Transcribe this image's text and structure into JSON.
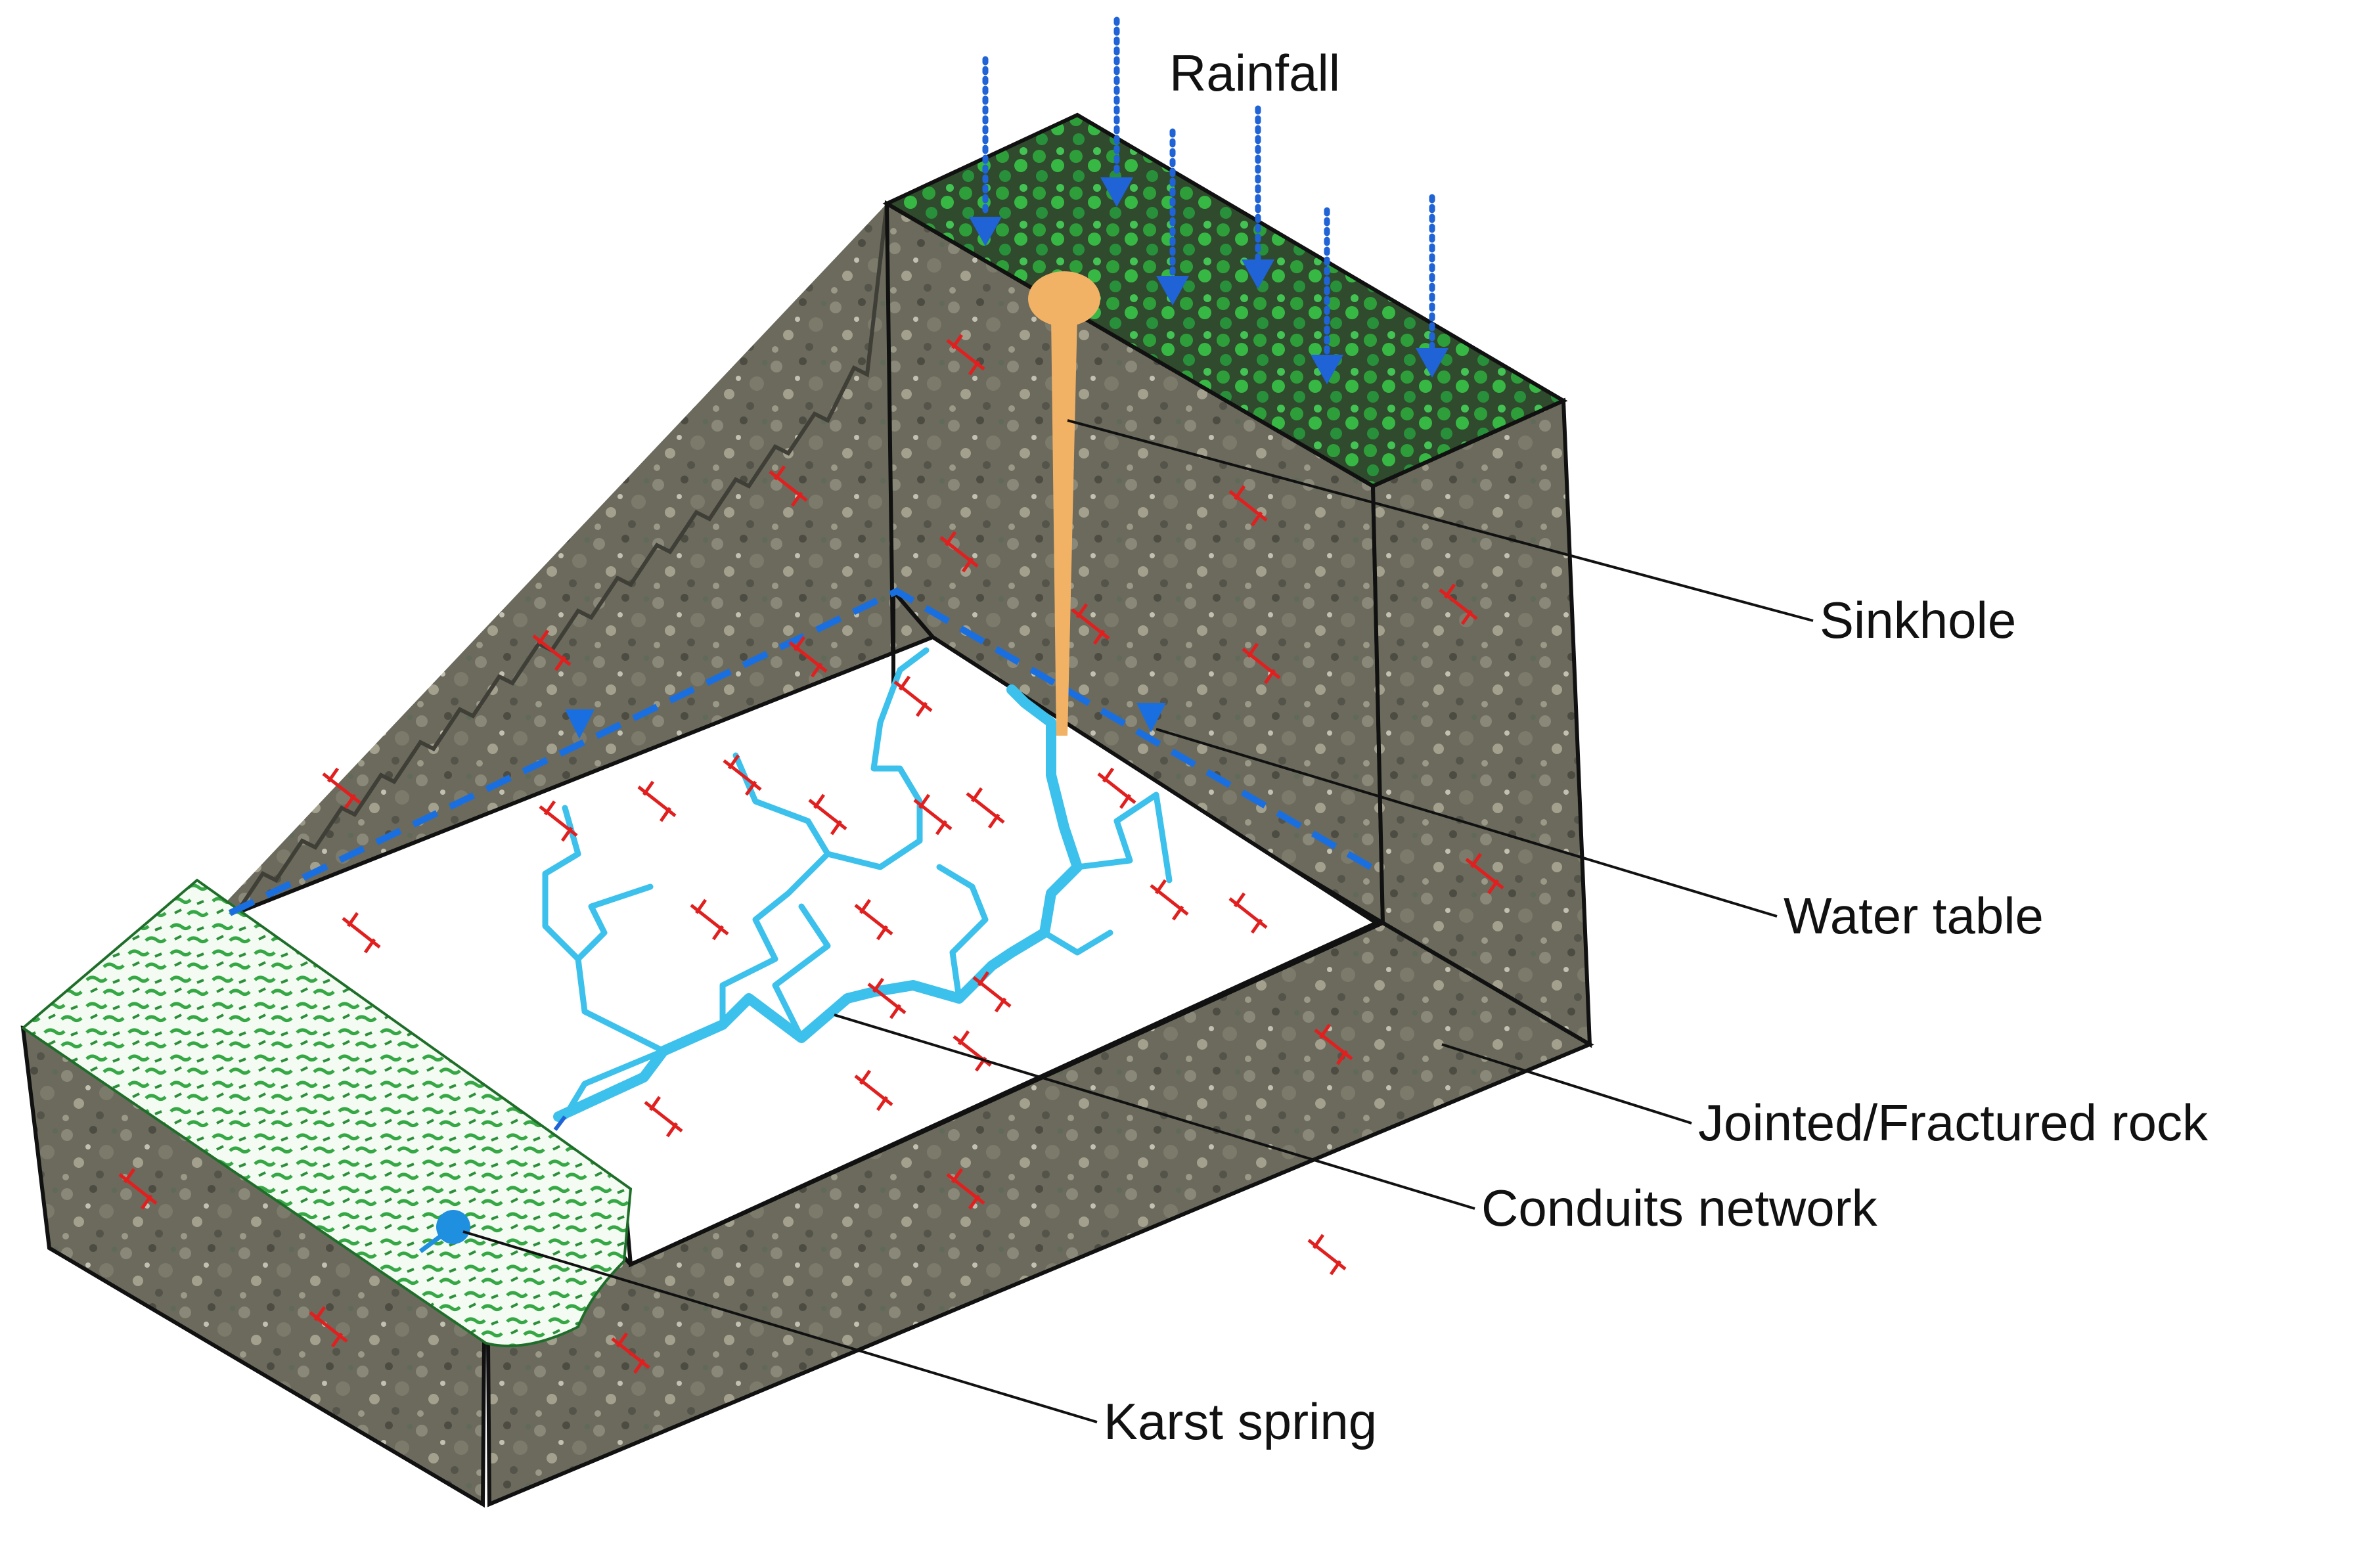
{
  "labels": {
    "rainfall": "Rainfall",
    "sinkhole": "Sinkhole",
    "water_table": "Water table",
    "rock": "Jointed/Fractured rock",
    "conduits": "Conduits network",
    "spring": "Karst spring"
  },
  "colors": {
    "rock": "#6b6a5c",
    "rock_dark": "#4a4a42",
    "vegetation": "#2e9e3a",
    "spring_zone": "#35a845",
    "rain": "#1f63d6",
    "conduit": "#3cc0ec",
    "sinkhole": "#f2b266",
    "fracture": "#e21f1f",
    "water_table": "#1a6fe0",
    "cut_face": "#ffffff",
    "outline": "#111111"
  }
}
